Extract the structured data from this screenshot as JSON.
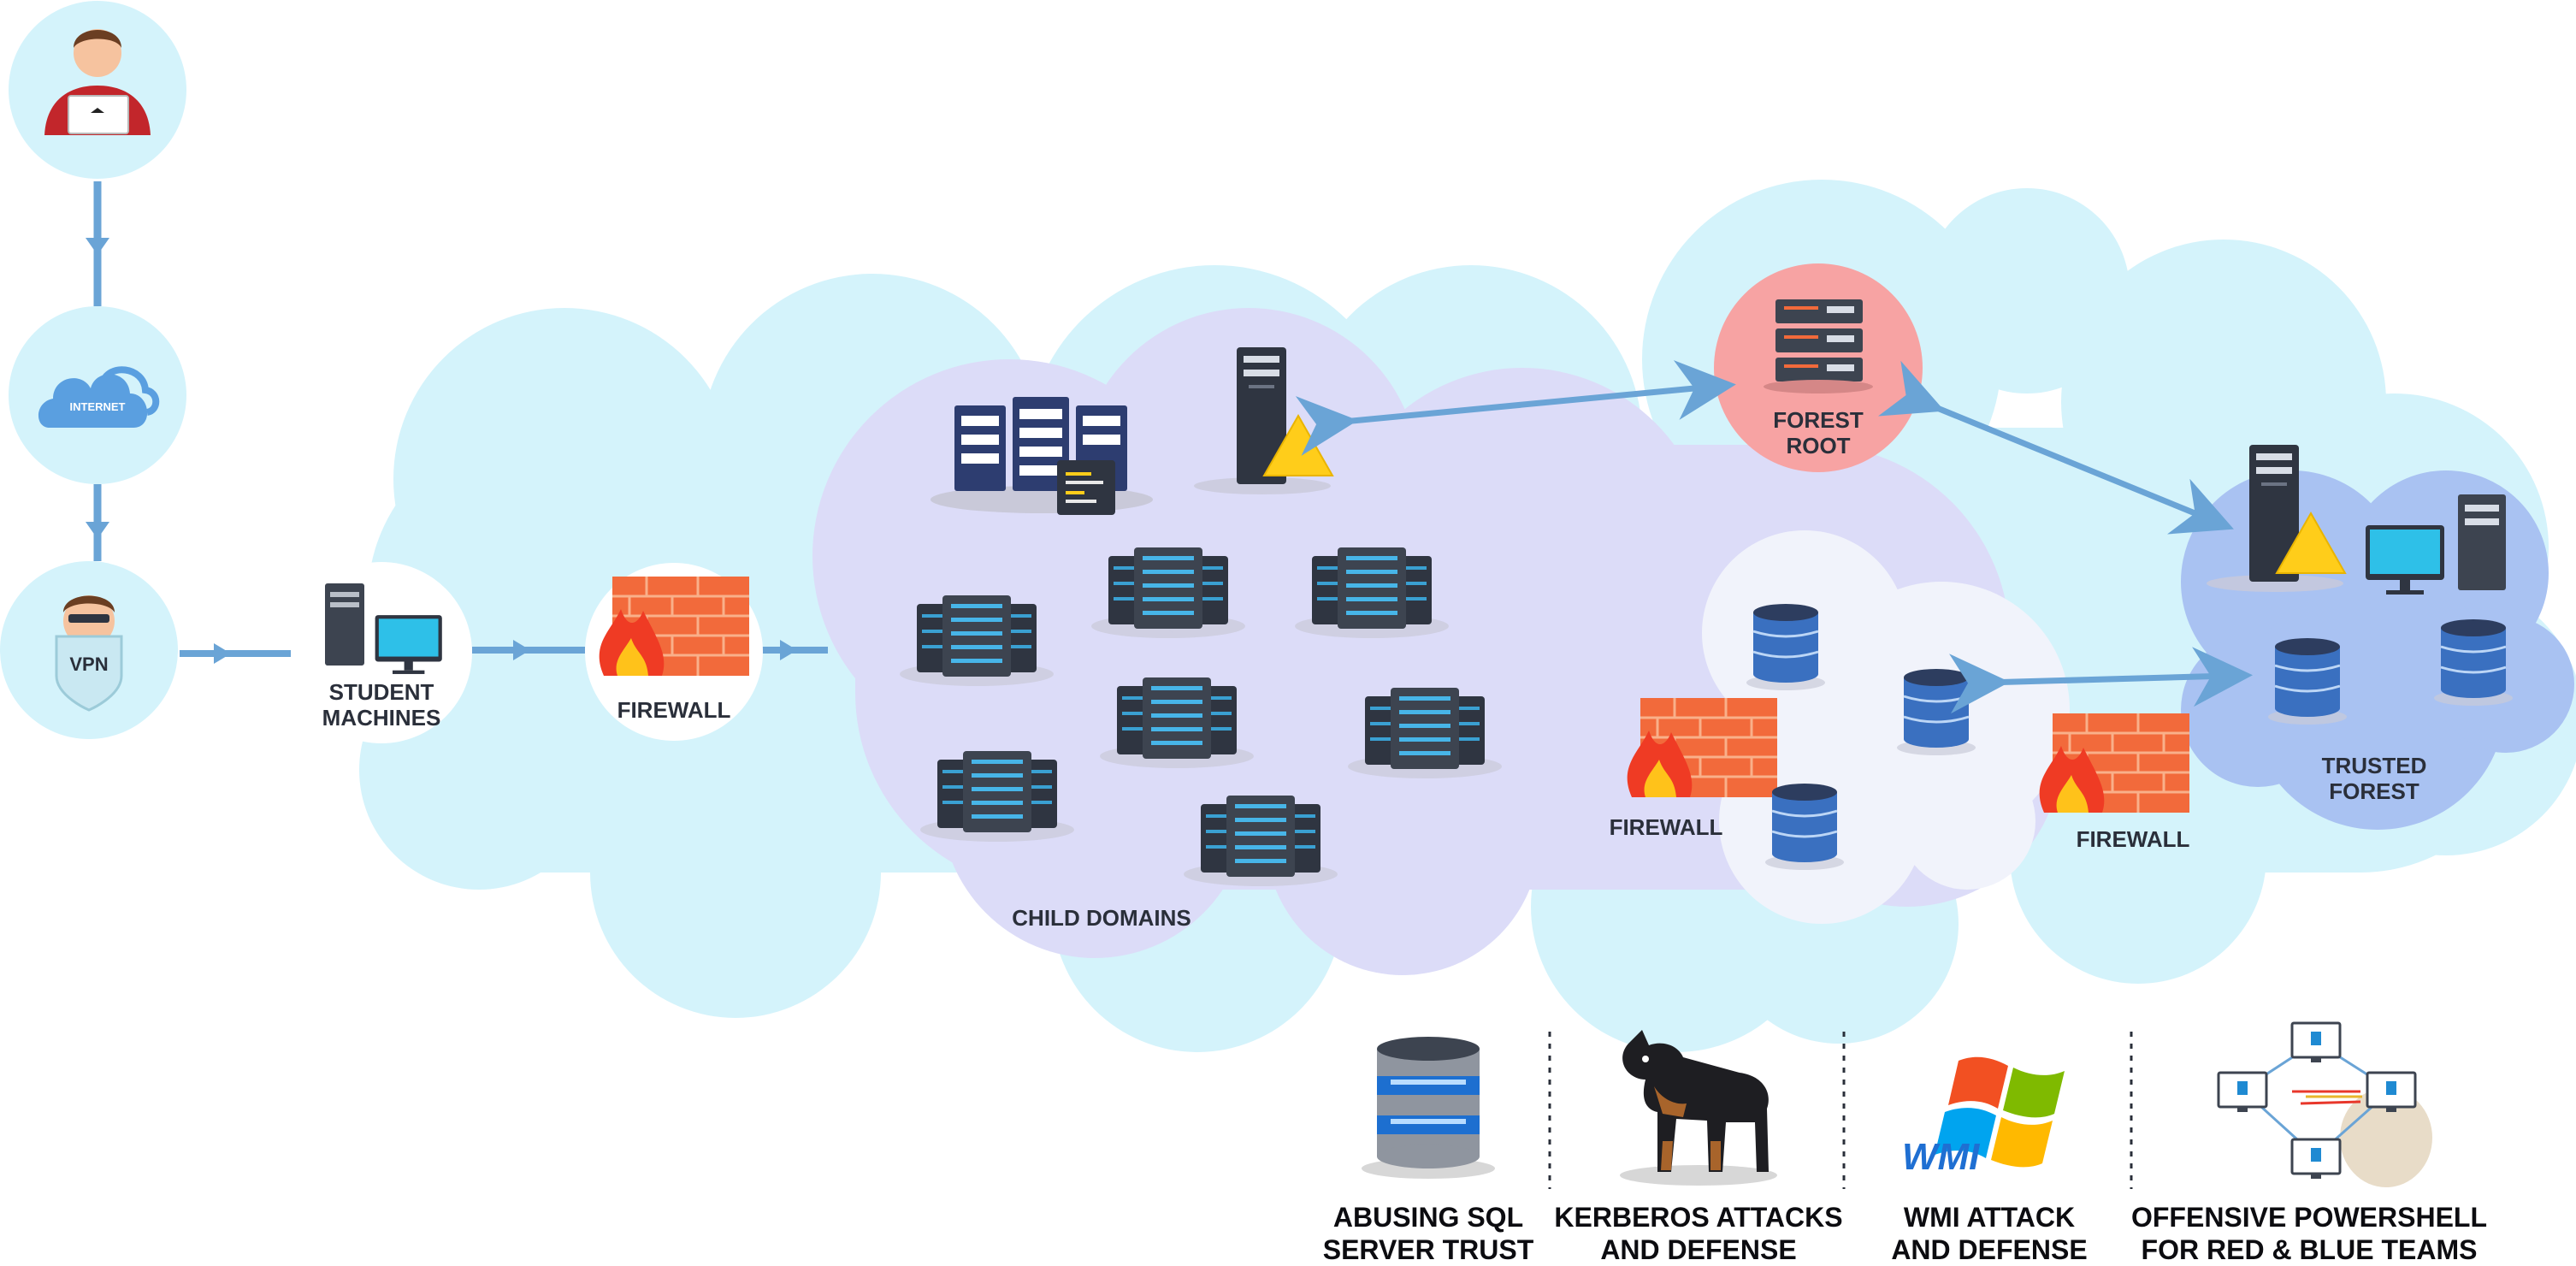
{
  "nodes": {
    "internet": "INTERNET",
    "vpn": "VPN",
    "student_machines": [
      "STUDENT",
      "MACHINES"
    ],
    "firewall_1": "FIREWALL",
    "child_domains": "CHILD DOMAINS",
    "forest_root": "FOREST ROOT",
    "firewall_2": "FIREWALL",
    "firewall_3": "FIREWALL",
    "trusted_forest": "TRUSTED FOREST"
  },
  "courses": [
    {
      "line1": "ABUSING SQL",
      "line2": "SERVER TRUST",
      "icon": "database-icon"
    },
    {
      "line1": "KERBEROS ATTACKS",
      "line2": "AND DEFENSE",
      "icon": "doberman-dog-icon"
    },
    {
      "line1": "WMI ATTACK",
      "line2": "AND DEFENSE",
      "icon": "windows-logo-icon",
      "logo_text": "WMI"
    },
    {
      "line1": "OFFENSIVE POWERSHELL",
      "line2": "FOR RED & BLUE TEAMS",
      "icon": "network-attack-icon"
    }
  ],
  "colors": {
    "outer_cloud": "#d4f3fb",
    "domain_cloud": "#dcdcf8",
    "db_cloud": "#f1f3fb",
    "trusted_cloud": "#a9c2f2",
    "forest_root_circle": "#f7a3a3",
    "arrow": "#6aa4d6",
    "firewall_brick": "#f26a3b",
    "server_dark": "#3d4450",
    "server_light": "#47b5e8",
    "db_blue": "#3a70c0"
  }
}
